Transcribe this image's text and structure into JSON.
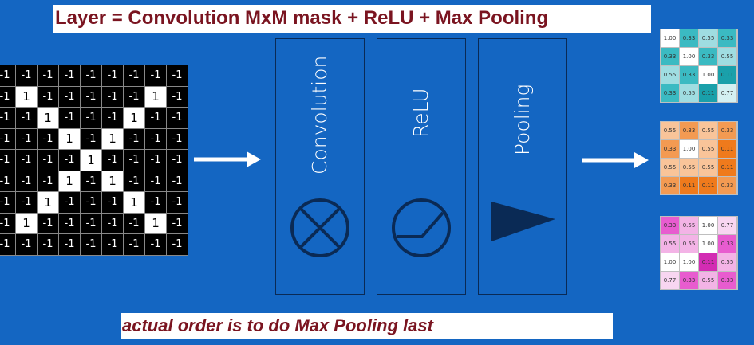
{
  "header": {
    "title": "Layer = Convolution MxM mask + ReLU + Max Pooling"
  },
  "footer": {
    "note": "actual order is to do Max Pooling last"
  },
  "input_matrix": [
    [
      "-1",
      "-1",
      "-1",
      "-1",
      "-1",
      "-1",
      "-1",
      "-1",
      "-1"
    ],
    [
      "-1",
      "1",
      "-1",
      "-1",
      "-1",
      "-1",
      "-1",
      "1",
      "-1"
    ],
    [
      "-1",
      "-1",
      "1",
      "-1",
      "-1",
      "-1",
      "1",
      "-1",
      "-1"
    ],
    [
      "-1",
      "-1",
      "-1",
      "1",
      "-1",
      "1",
      "-1",
      "-1",
      "-1"
    ],
    [
      "-1",
      "-1",
      "-1",
      "-1",
      "1",
      "-1",
      "-1",
      "-1",
      "-1"
    ],
    [
      "-1",
      "-1",
      "-1",
      "1",
      "-1",
      "1",
      "-1",
      "-1",
      "-1"
    ],
    [
      "-1",
      "-1",
      "1",
      "-1",
      "-1",
      "-1",
      "1",
      "-1",
      "-1"
    ],
    [
      "-1",
      "1",
      "-1",
      "-1",
      "-1",
      "-1",
      "-1",
      "1",
      "-1"
    ],
    [
      "-1",
      "-1",
      "-1",
      "-1",
      "-1",
      "-1",
      "-1",
      "-1",
      "-1"
    ]
  ],
  "stages": [
    {
      "label": "Convolution",
      "icon": "convolution-icon"
    },
    {
      "label": "ReLU",
      "icon": "relu-icon"
    },
    {
      "label": "Pooling",
      "icon": "pooling-icon"
    }
  ],
  "output_maps": [
    {
      "accent": "#1aa6b0",
      "values": [
        [
          "1.00",
          "0.33",
          "0.55",
          "0.33"
        ],
        [
          "0.33",
          "1.00",
          "0.33",
          "0.55"
        ],
        [
          "0.55",
          "0.33",
          "1.00",
          "0.11"
        ],
        [
          "0.33",
          "0.55",
          "0.11",
          "0.77"
        ]
      ],
      "colors": [
        [
          "#ffffff",
          "#3bbac2",
          "#9fdde1",
          "#3bbac2"
        ],
        [
          "#3bbac2",
          "#ffffff",
          "#3bbac2",
          "#9fdde1"
        ],
        [
          "#9fdde1",
          "#3bbac2",
          "#ffffff",
          "#1aa0aa"
        ],
        [
          "#3bbac2",
          "#9fdde1",
          "#1aa0aa",
          "#d4f0f2"
        ]
      ]
    },
    {
      "accent": "#f07d1e",
      "values": [
        [
          "0.55",
          "0.33",
          "0.55",
          "0.33"
        ],
        [
          "0.33",
          "1.00",
          "0.55",
          "0.11"
        ],
        [
          "0.55",
          "0.55",
          "0.55",
          "0.11"
        ],
        [
          "0.33",
          "0.11",
          "0.11",
          "0.33"
        ]
      ],
      "colors": [
        [
          "#f9c499",
          "#f39a52",
          "#f9c499",
          "#f39a52"
        ],
        [
          "#f39a52",
          "#ffffff",
          "#f9c499",
          "#ef7a1c"
        ],
        [
          "#f9c499",
          "#f9c499",
          "#f9c499",
          "#ef7a1c"
        ],
        [
          "#f39a52",
          "#ef7a1c",
          "#ef7a1c",
          "#f39a52"
        ]
      ]
    },
    {
      "accent": "#e040c0",
      "values": [
        [
          "0.33",
          "0.55",
          "1.00",
          "0.77"
        ],
        [
          "0.55",
          "0.55",
          "1.00",
          "0.33"
        ],
        [
          "1.00",
          "1.00",
          "0.11",
          "0.55"
        ],
        [
          "0.77",
          "0.33",
          "0.55",
          "0.33"
        ]
      ],
      "colors": [
        [
          "#e85ccf",
          "#f3b3e6",
          "#ffffff",
          "#f8d6f1"
        ],
        [
          "#f3b3e6",
          "#f3b3e6",
          "#ffffff",
          "#e85ccf"
        ],
        [
          "#ffffff",
          "#ffffff",
          "#d32cb3",
          "#f3b3e6"
        ],
        [
          "#f8d6f1",
          "#e85ccf",
          "#f3b3e6",
          "#e85ccf"
        ]
      ]
    }
  ]
}
